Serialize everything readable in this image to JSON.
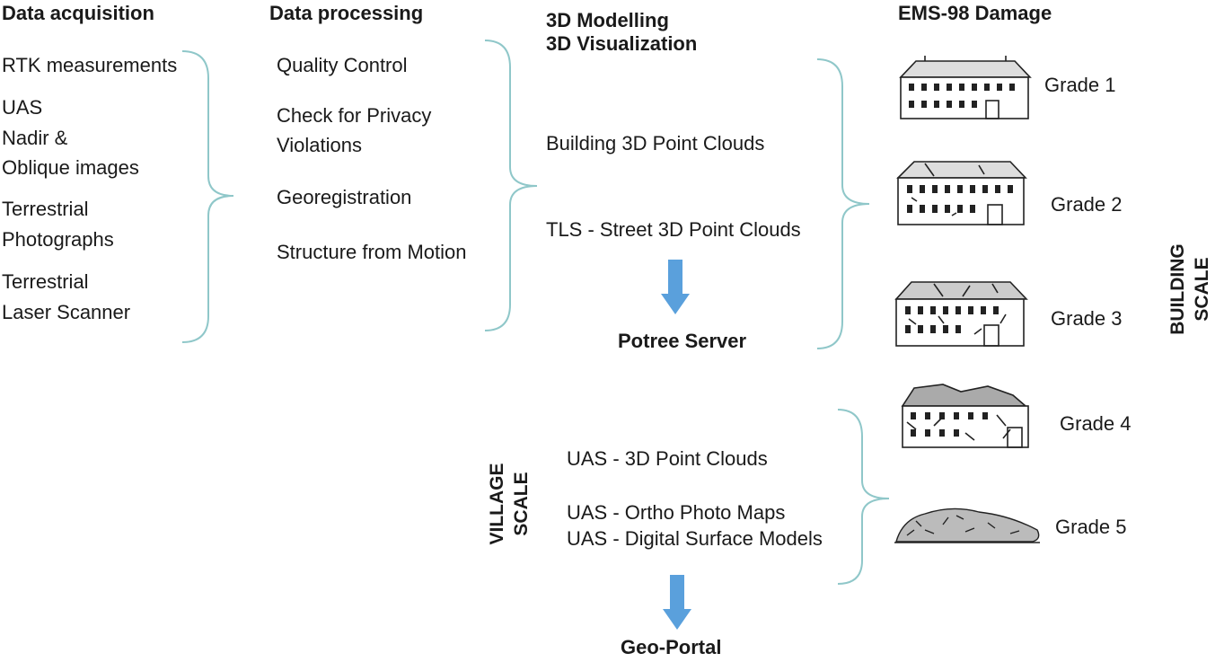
{
  "headers": {
    "acquisition": "Data acquisition",
    "processing": "Data processing",
    "modelling_1": "3D Modelling",
    "modelling_2": "3D Visualization",
    "damage": "EMS-98 Damage"
  },
  "acquisition_items": {
    "rtk": "RTK measurements",
    "uas_1": "UAS",
    "uas_2": "Nadir &",
    "uas_3": "Oblique images",
    "photo_1": "Terrestrial",
    "photo_2": "Photographs",
    "laser_1": "Terrestrial",
    "laser_2": "Laser Scanner"
  },
  "processing_items": {
    "quality": "Quality Control",
    "privacy_1": "Check for Privacy",
    "privacy_2": "Violations",
    "georeg": "Georegistration",
    "sfm": "Structure from Motion"
  },
  "modelling_items": {
    "building": "Building 3D Point Clouds",
    "tls": "TLS - Street 3D Point Clouds",
    "potree": "Potree Server"
  },
  "village_items": {
    "uas_clouds": "UAS - 3D Point Clouds",
    "uas_ortho": "UAS - Ortho Photo Maps",
    "uas_dsm": "UAS - Digital Surface Models",
    "geoportal": "Geo-Portal"
  },
  "scales": {
    "building_1": "BUILDING",
    "building_2": "SCALE",
    "village_1": "VILLAGE",
    "village_2": "SCALE"
  },
  "grades": [
    "Grade 1",
    "Grade 2",
    "Grade 3",
    "Grade 4",
    "Grade 5"
  ],
  "colors": {
    "bracket": "#8fc7c9",
    "arrow": "#5aa0dc",
    "text": "#1a1a1a"
  }
}
